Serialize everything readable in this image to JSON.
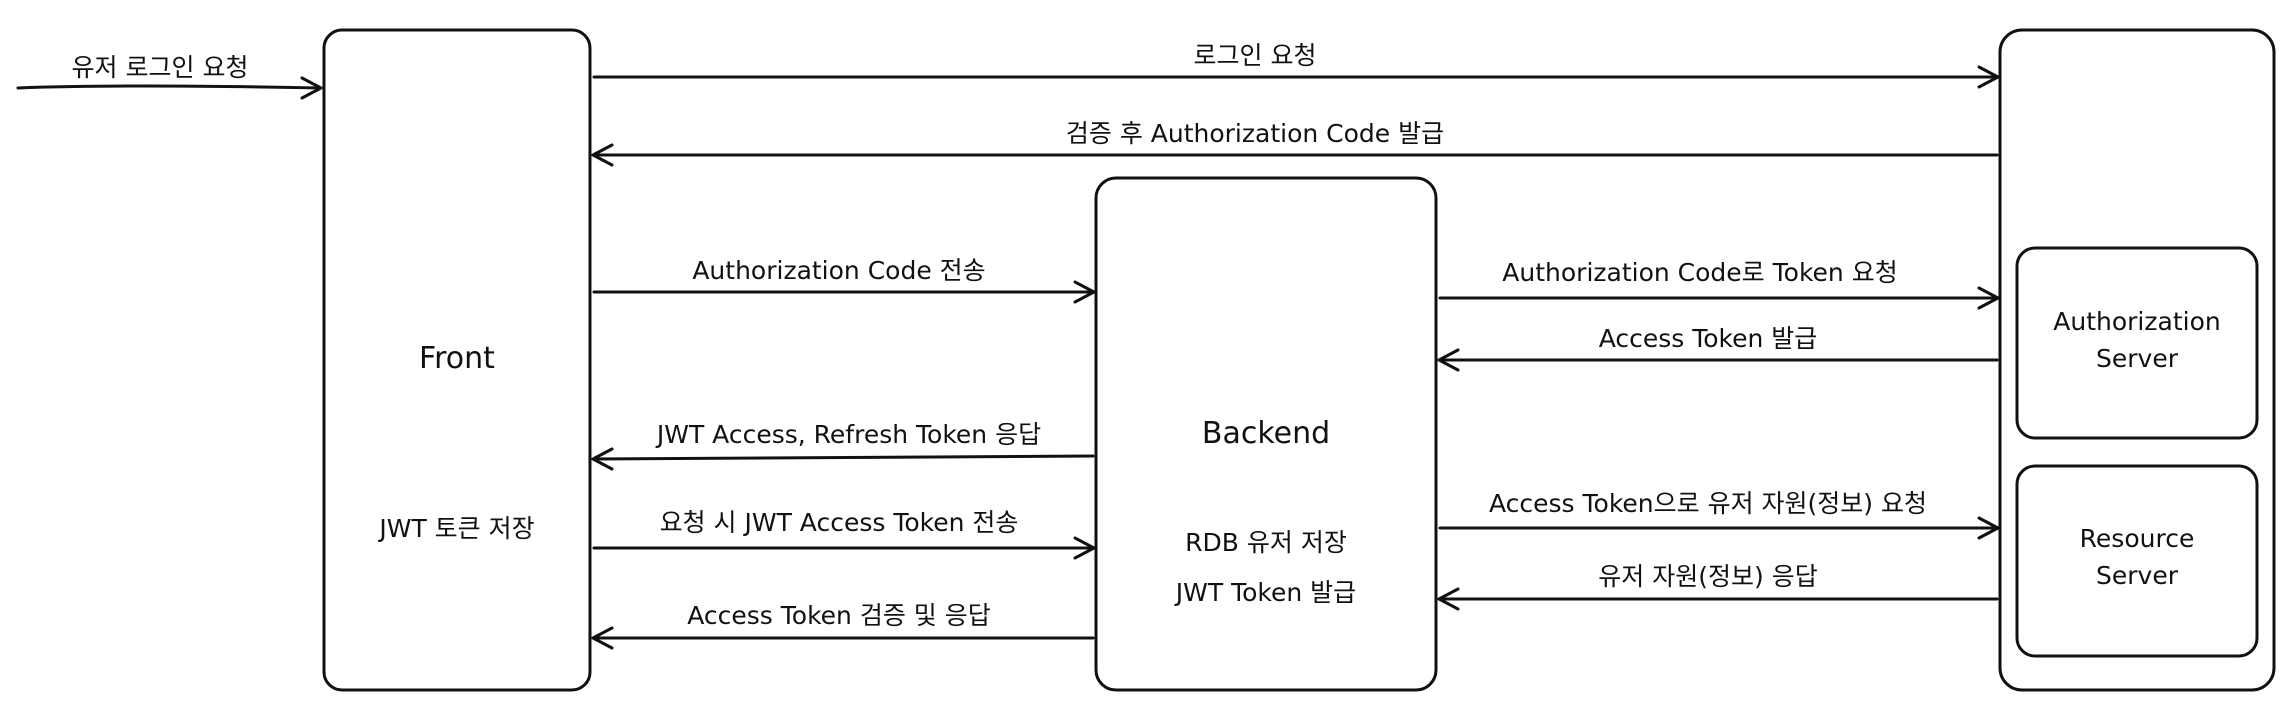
{
  "nodes": {
    "front": {
      "title": "Front",
      "note": "JWT 토큰 저장"
    },
    "backend": {
      "title": "Backend",
      "note_line1": "RDB 유저 저장",
      "note_line2": "JWT Token 발급"
    },
    "authorization_server": {
      "line1": "Authorization",
      "line2": "Server"
    },
    "resource_server": {
      "line1": "Resource",
      "line2": "Server"
    }
  },
  "edges": {
    "user_login_request": "유저 로그인 요청",
    "login_request": "로그인 요청",
    "verify_issue_auth_code": "검증 후 Authorization Code 발급",
    "send_auth_code": "Authorization Code 전송",
    "request_token_with_code": "Authorization Code로 Token 요청",
    "issue_access_token": "Access Token 발급",
    "jwt_response": "JWT Access, Refresh Token 응답",
    "send_jwt_on_request": "요청 시 JWT Access Token 전송",
    "verify_access_token_response": "Access Token 검증 및 응답",
    "request_user_resource": "Access Token으로 유저 자원(정보) 요청",
    "user_resource_response": "유저 자원(정보) 응답"
  },
  "colors": {
    "stroke": "#111111",
    "background": "#ffffff"
  }
}
